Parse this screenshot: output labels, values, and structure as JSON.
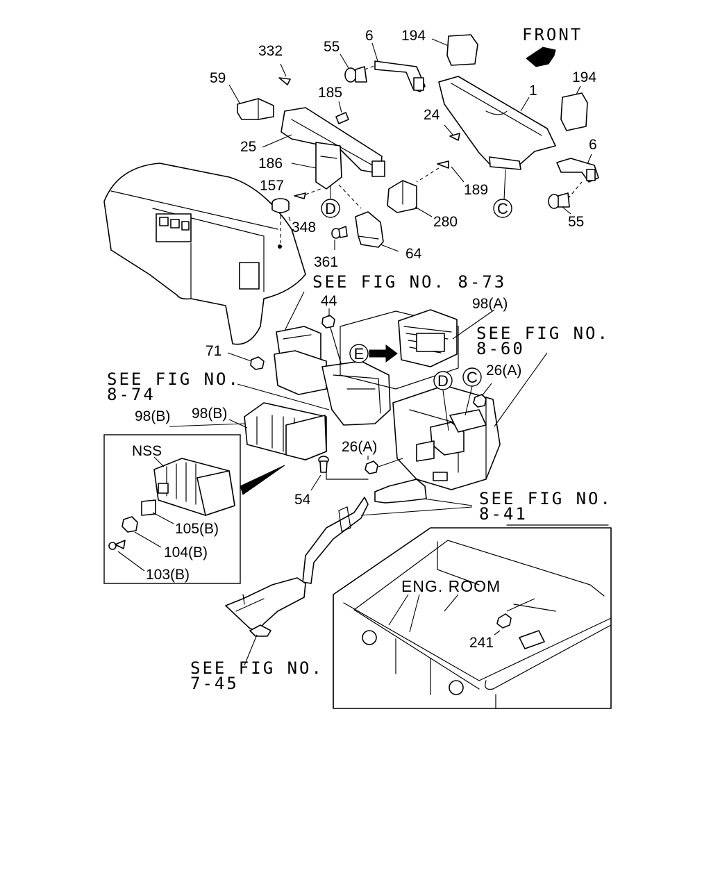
{
  "orientation": "FRONT",
  "parts": {
    "p332": "332",
    "p55a": "55",
    "p6a": "6",
    "p194a": "194",
    "p59": "59",
    "p185": "185",
    "p1": "1",
    "p194b": "194",
    "p24": "24",
    "p25": "25",
    "p186": "186",
    "p6b": "6",
    "p157": "157",
    "p189": "189",
    "p348": "348",
    "p280": "280",
    "p55b": "55",
    "p64": "64",
    "p361": "361",
    "p44": "44",
    "p98A": "98(A)",
    "p71": "71",
    "p26Aa": "26(A)",
    "p98Ba": "98(B)",
    "p98Bb": "98(B)",
    "nss": "NSS",
    "p26Ab": "26(A)",
    "p54": "54",
    "p105B": "105(B)",
    "p104B": "104(B)",
    "p103B": "103(B)",
    "p241": "241"
  },
  "connectors": {
    "C1": "C",
    "C2": "C",
    "D1": "D",
    "D2": "D",
    "E": "E"
  },
  "references": {
    "r873": "SEE FIG NO. 8-73",
    "r860a": "SEE FIG NO.",
    "r860b": "8-60",
    "r874a": "SEE FIG NO.",
    "r874b": "8-74",
    "r841a": "SEE FIG NO.",
    "r841b": "8-41",
    "r745a": "SEE FIG NO.",
    "r745b": "7-45"
  },
  "notes": {
    "eng_room": "ENG. ROOM"
  }
}
